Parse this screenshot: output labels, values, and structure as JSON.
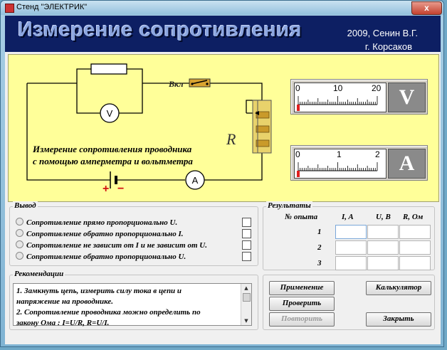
{
  "window": {
    "title": "Стенд \"ЭЛЕКТРИК\"",
    "close_label": "x"
  },
  "header": {
    "title": "Измерение сопротивления",
    "author_line1": "2009, Сенин В.Г.",
    "author_line2": "г. Корсаков"
  },
  "circuit": {
    "switch_label": "Вкл",
    "resistor_label": "R",
    "voltmeter_symbol": "V",
    "ammeter_symbol": "A",
    "battery_plus": "+",
    "battery_minus": "−",
    "description_line1": "Измерение сопротивления проводника",
    "description_line2": "с помощью амперметра и вольтметра"
  },
  "voltmeter": {
    "letter": "V",
    "scale_labels": [
      "0",
      "10",
      "20"
    ],
    "scale_min": 0,
    "scale_max": 20,
    "reading": 0
  },
  "ammeter": {
    "letter": "A",
    "scale_labels": [
      "0",
      "1",
      "2"
    ],
    "scale_min": 0,
    "scale_max": 2,
    "reading": 0
  },
  "conclusion": {
    "title": "Вывод",
    "options": [
      "Сопротивление прямо пропорционально U.",
      "Сопротивление обратно пропорционально  I.",
      "Сопротивление не зависит от I и не зависит от U.",
      "Сопротивление обратно пропорционально U."
    ]
  },
  "results": {
    "title": "Результаты",
    "headers": [
      "№ опыта",
      "I, A",
      "U, B",
      "R, Ом"
    ],
    "rows": [
      "1",
      "2",
      "3"
    ]
  },
  "recommendations": {
    "title": "Рекомендации",
    "text_line1": "1. Замкнуть цепь, измерить силу тока в цепи и",
    "text_line2": "напряжение на проводнике.",
    "text_line3": "2. Сопротивление проводника можно определить по",
    "text_line4": "закону Ома : I=U/R, R=U/I."
  },
  "buttons": {
    "apply": "Применение",
    "check": "Проверить",
    "repeat": "Повторить",
    "calculator": "Калькулятор",
    "close": "Закрыть"
  },
  "colors": {
    "header_bg": "#0d1f63",
    "stage_bg": "#ffff99",
    "needle": "#e0201e"
  }
}
